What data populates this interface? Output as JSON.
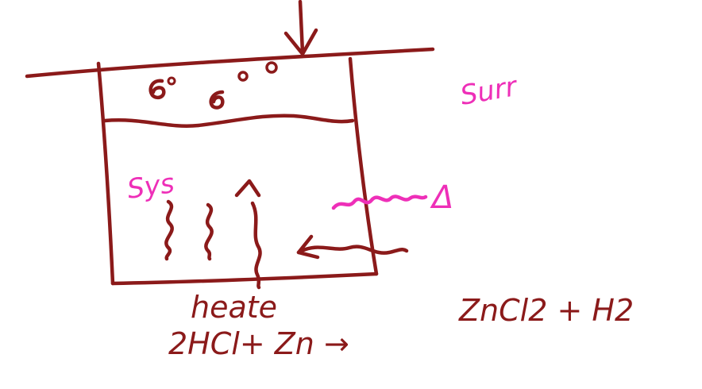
{
  "labels": {
    "surroundings": "Surr",
    "system": "Sys",
    "delta": "Δ",
    "heater": "heate",
    "reaction_left": "2HCl+ Zn →",
    "reaction_right": "ZnCl2 + H2"
  },
  "colors": {
    "ink": "#8b1a1a",
    "highlight": "#ee2fb8",
    "background": "#ffffff"
  }
}
